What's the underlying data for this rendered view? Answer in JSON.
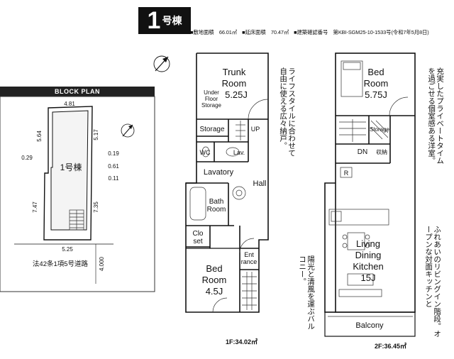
{
  "badge": {
    "number": "1",
    "suffix": "号棟"
  },
  "spec": {
    "site_area": "■敷地面積　66.01㎡",
    "floor_area": "■延床面積　70.47㎡",
    "confirmation": "■建築確認番号　第KBI-SGM25-10-1533号(令和7年5月8日)"
  },
  "notes": {
    "trunk": "ライフスタイルに合わせて自由に使える広々納戸。",
    "bedroom": "充実したプライベートタイムを過ごせる個室感ある洋室。",
    "balcony": "陽光と清風を運ぶバルコニー。",
    "ldk": "ふれあいのリビングイン階段。オープンな対面キッチンと"
  },
  "floor1": {
    "trunk": "Trunk Room 5.25J",
    "trunk_l1": "Trunk",
    "trunk_l2": "Room",
    "trunk_l3": "5.25J",
    "underfloor_l1": "Under",
    "underfloor_l2": "Floor",
    "underfloor_l3": "Storage",
    "storage": "Storage",
    "up": "UP",
    "wc": "WC",
    "lav": "Lav.",
    "lavatory": "Lavatory",
    "hall": "Hall",
    "bath_l1": "Bath",
    "bath_l2": "Room",
    "closet_l1": "Clo",
    "closet_l2": "set",
    "entrance_l1": "Ent",
    "entrance_l2": "rance",
    "bed_l1": "Bed",
    "bed_l2": "Room",
    "bed_l3": "4.5J",
    "label": "1F:34.02㎡"
  },
  "floor2": {
    "bed_l1": "Bed",
    "bed_l2": "Room",
    "bed_l3": "5.75J",
    "storage": "Storage",
    "dn": "DN",
    "closet_short": "収納",
    "r": "R",
    "ldk_l1": "Living",
    "ldk_l2": "Dining",
    "ldk_l3": "Kitchen",
    "ldk_l4": "15J",
    "balcony": "Balcony",
    "label": "2F:36.45㎡"
  },
  "block": {
    "title": "BLOCK PLAN",
    "lot": "1号棟",
    "dims": {
      "top": "4.81",
      "left_upper": "5.64",
      "right_upper": "5.17",
      "r1": "0.19",
      "r2": "0.61",
      "r3": "0.11",
      "l1": "0.29",
      "left_lower": "7.47",
      "right_lower": "7.35",
      "bottom": "5.25",
      "road_depth": "4.000"
    },
    "road": "法42条1項5号道路"
  },
  "compass": {
    "north": "N"
  }
}
